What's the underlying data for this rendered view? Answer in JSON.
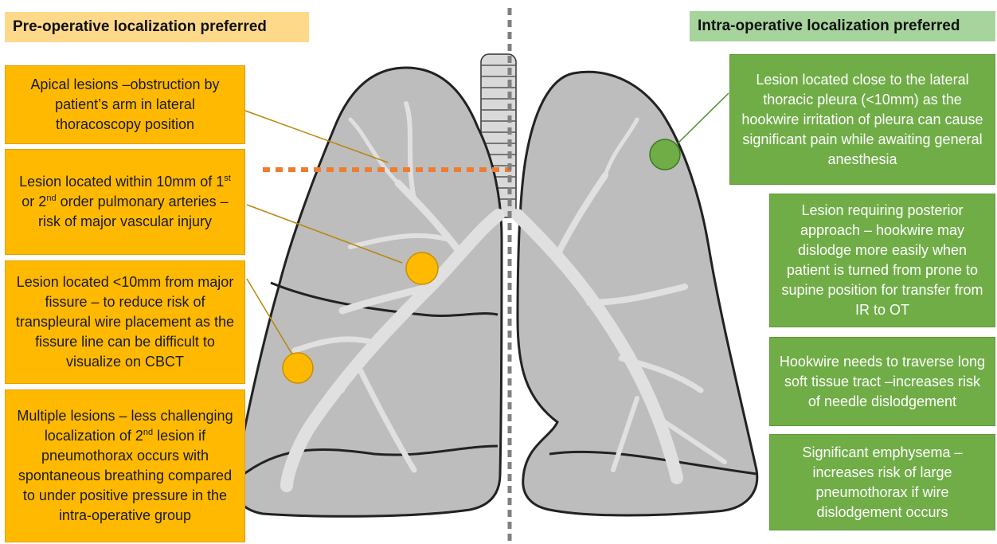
{
  "headers": {
    "left": "Pre-operative localization preferred",
    "right": "Intra-operative localization preferred"
  },
  "left_boxes": [
    {
      "text": "Apical lesions –obstruction by patient’s arm in lateral thoracoscopy position"
    },
    {
      "pre1": "Lesion located within 10mm of 1",
      "sup1": "st",
      "mid": " or 2",
      "sup2": "nd",
      "post": " order pulmonary arteries – risk of major vascular injury"
    },
    {
      "text": "Lesion located <10mm from major fissure – to reduce risk of transpleural wire placement as the fissure line can be difficult to visualize on CBCT"
    },
    {
      "pre": "Multiple lesions – less challenging localization of 2",
      "sup": "nd",
      "post": " lesion if pneumothorax occurs with spontaneous breathing compared to under positive pressure in the intra-operative group"
    }
  ],
  "right_boxes": [
    {
      "text": "Lesion located close to the lateral thoracic pleura (<10mm) as the hookwire irritation of pleura can cause significant pain while awaiting general anesthesia"
    },
    {
      "text": "Lesion requiring posterior approach – hookwire may dislodge more easily when patient is turned from prone to supine position for transfer from IR to OT"
    },
    {
      "text": "Hookwire needs to traverse long soft tissue tract –increases risk of needle dislodgement"
    },
    {
      "text": "Significant emphysema – increases risk of large pneumothorax if wire dislodgement occurs"
    }
  ],
  "colors": {
    "left_box": "#ffb900",
    "right_box": "#70ad47",
    "left_header": "#ffd98a",
    "right_header": "#a6d49c",
    "lesion_left": "#ffb900",
    "lesion_right": "#70ad47",
    "apical_line": "#ed7d31",
    "midline": "#808080",
    "lung_fill": "#bdbdbd"
  }
}
